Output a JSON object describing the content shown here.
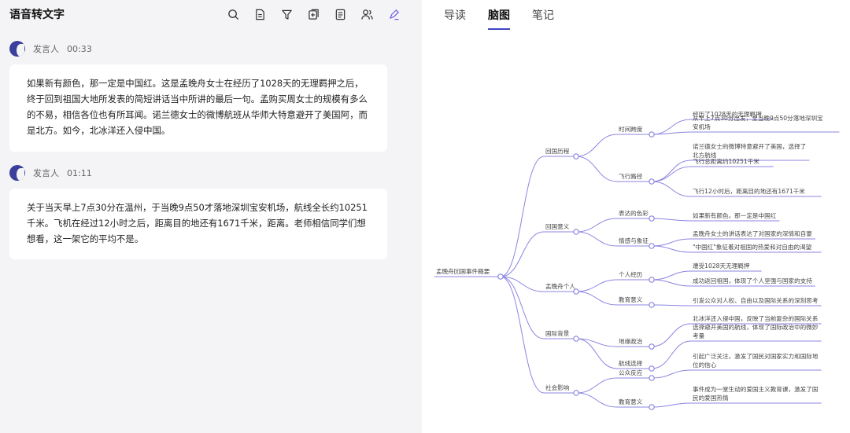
{
  "header": {
    "title": "语音转文字"
  },
  "toolbar": {
    "icons": [
      "search-icon",
      "document-icon",
      "filter-icon",
      "add-note-icon",
      "list-doc-icon",
      "speaker-manage-icon",
      "ai-pen-icon"
    ]
  },
  "transcript": [
    {
      "speaker": "发言人",
      "time": "00:33",
      "text": "如果新有颜色，那一定是中国红。这是孟晚舟女士在经历了1028天的无理羁押之后，终于回到祖国大地所发表的简短讲话当中所讲的最后一句。孟购买周女士的规模有多么的不易，相信各位也有所耳闻。诺兰德女士的微博航班从华师大特意避开了美国阿，而是北方。如今，北冰洋还入侵中国。"
    },
    {
      "speaker": "发言人",
      "time": "01:11",
      "text": "关于当天早上7点30分在温州，于当晚9点50才落地深圳宝安机场，航线全长约10251千米。飞机在经过12小时之后，距离目的地还有1671千米，距离。老师相信同学们想想看，这一架它的平均不是。"
    }
  ],
  "tabs": [
    {
      "label": "导读",
      "active": false
    },
    {
      "label": "脑图",
      "active": true
    },
    {
      "label": "笔记",
      "active": false
    }
  ],
  "colors": {
    "accent": "#3e46c4",
    "line": "#8b85e0",
    "avatar": "#3a3f9b"
  },
  "mindmap": {
    "root": "孟晚舟回国事件概要",
    "branches": [
      {
        "label": "回国历程",
        "children": [
          {
            "label": "时间跨度",
            "leaves": [
              "经历了1028天的无理羁押",
              [
                "从早上7点30分出发，至当晚9点50分落地深圳宝",
                "安机场"
              ]
            ]
          },
          {
            "label": "飞行路径",
            "leaves": [
              [
                "诺兰德女士的微博特意避开了美国，选择了",
                "北方航线"
              ],
              "飞行总距离约10251千米",
              "飞行12小时后，距离目的地还有1671千米"
            ]
          }
        ]
      },
      {
        "label": "回国意义",
        "children": [
          {
            "label": "表达的色彩",
            "leaves": [
              "如果新有颜色，那一定是中国红"
            ]
          },
          {
            "label": "情感与象征",
            "leaves": [
              "孟晚舟女士的讲话表达了对国家的深情和自豪",
              "\"中国红\"象征着对祖国的热爱和对自由的渴望"
            ]
          }
        ]
      },
      {
        "label": "孟晚舟个人",
        "children": [
          {
            "label": "个人经历",
            "leaves": [
              "遭受1028天无理羁押",
              "成功返回祖国，体现了个人坚强与国家的支持"
            ]
          },
          {
            "label": "教育意义",
            "leaves": [
              "引发公众对人权、自由以及国际关系的深刻思考"
            ]
          }
        ]
      },
      {
        "label": "国际背景",
        "children": [
          {
            "label": "地缘政治",
            "leaves": [
              "北冰洋还入侵中国，反映了当前复杂的国际关系"
            ]
          },
          {
            "label": "航线选择",
            "leaves": [
              [
                "选择避开美国的航线，体现了国际政治中的微妙",
                "考量"
              ]
            ]
          }
        ]
      },
      {
        "label": "社会影响",
        "children": [
          {
            "label": "公众反应",
            "leaves": [
              [
                "引起广泛关注，激发了国民对国家实力和国际地",
                "位的信心"
              ]
            ]
          },
          {
            "label": "教育意义",
            "leaves": [
              [
                "事件成为一堂生动的爱国主义教育课，激发了国",
                "民的爱国热情"
              ]
            ]
          }
        ]
      }
    ]
  }
}
